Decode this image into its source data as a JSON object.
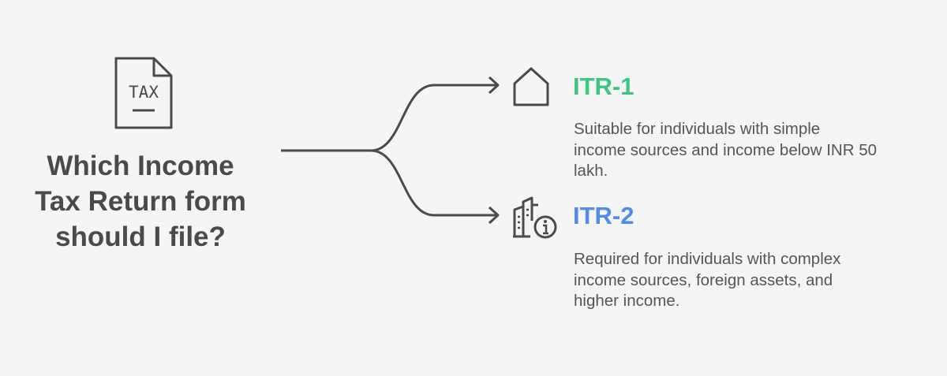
{
  "question": {
    "line1": "Which Income",
    "line2": "Tax Return form",
    "line3": "should I file?"
  },
  "tax_document": {
    "icon": "tax-document-icon",
    "label": "TAX"
  },
  "options": [
    {
      "title": "ITR-1",
      "title_color": "#3cc67f",
      "icon": "house-icon",
      "description_lines": [
        "Suitable for individuals with simple",
        "income sources and income below INR 50",
        "lakh."
      ]
    },
    {
      "title": "ITR-2",
      "title_color": "#4f8de8",
      "icon": "building-info-icon",
      "description_lines": [
        "Required for individuals with complex",
        "income sources, foreign assets, and",
        "higher income."
      ]
    }
  ],
  "colors": {
    "stroke": "#4a4a4a",
    "text": "#4a4a4a",
    "background": "#f5f5f5"
  }
}
